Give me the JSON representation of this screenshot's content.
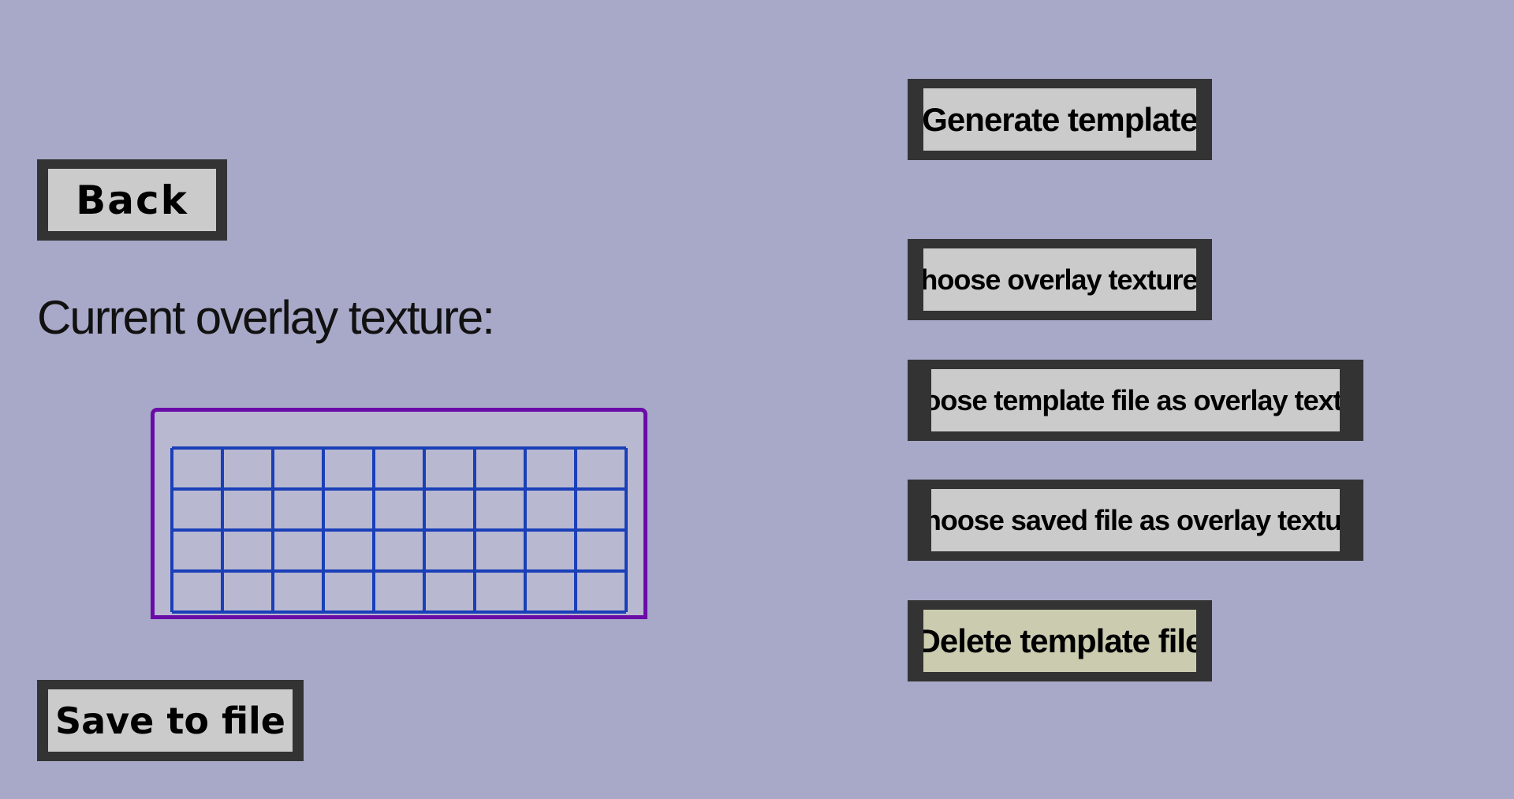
{
  "buttons": {
    "back": "Back",
    "save_to_file": "Save to file",
    "generate_template": "Generate template",
    "choose_overlay_texture": "Choose overlay texture...",
    "choose_template_file": "Choose template file as overlay texture",
    "choose_saved_file": "Choose saved file as overlay texture",
    "delete_template_file": "Delete template file"
  },
  "labels": {
    "current_overlay_texture": "Current overlay texture:"
  },
  "preview": {
    "grid_columns": 9,
    "grid_rows": 4,
    "grid_color": "#1a3fb8",
    "frame_color": "#6a0ca8"
  },
  "colors": {
    "background": "#a8a8c8",
    "button_border": "#333333",
    "button_face": "#cbcbcb",
    "button_face_highlight": "#cbcbb0"
  }
}
